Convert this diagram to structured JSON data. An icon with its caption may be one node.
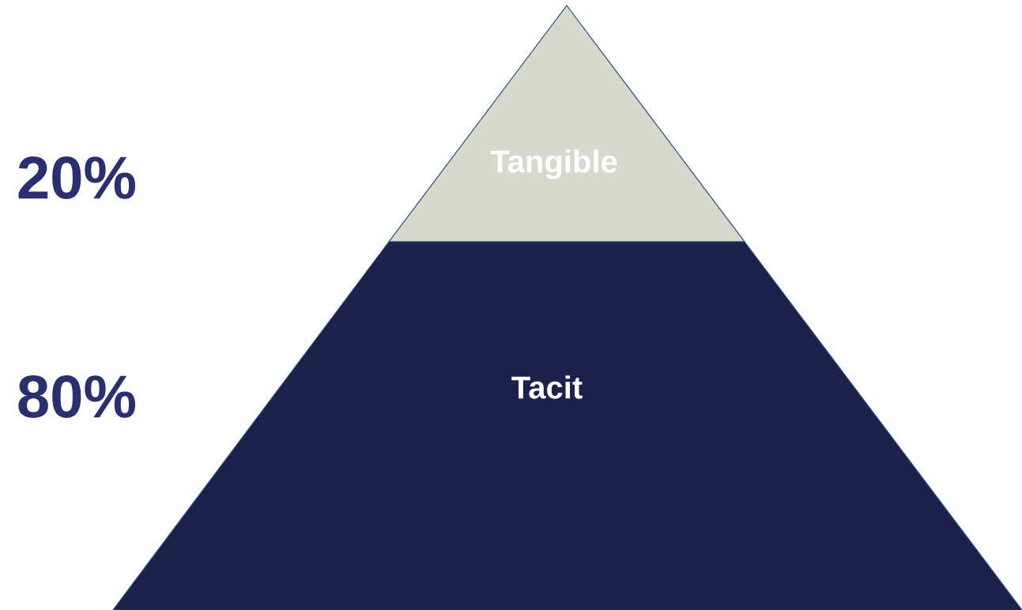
{
  "diagram": {
    "nodes": [
      {
        "text": [
          "Tangible"
        ]
      },
      {
        "text": [
          "Tacit"
        ]
      }
    ],
    "labels": [
      "20%",
      "80%"
    ]
  }
}
